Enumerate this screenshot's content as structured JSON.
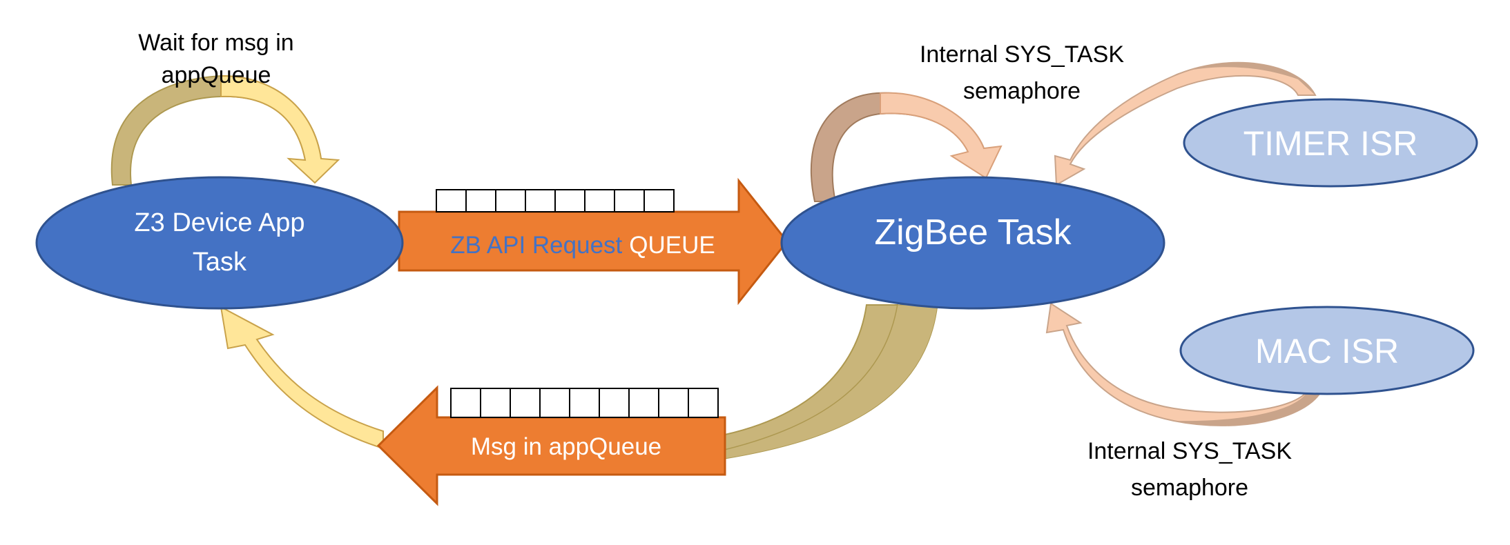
{
  "annotations": {
    "app_wait_line1": "Wait for msg in",
    "app_wait_line2": "appQueue",
    "sys_task_top_line1": "Internal SYS_TASK",
    "sys_task_top_line2": "semaphore",
    "sys_task_bottom_line1": "Internal SYS_TASK",
    "sys_task_bottom_line2": "semaphore"
  },
  "nodes": {
    "app_task_line1": "Z3 Device App",
    "app_task_line2": "Task",
    "zigbee_task": "ZigBee Task",
    "timer_isr": "TIMER ISR",
    "mac_isr": "MAC ISR"
  },
  "queues": {
    "request_part1": "ZB API Request",
    "request_part2": "QUEUE",
    "request_slots": 8,
    "app_queue": "Msg in appQueue",
    "app_queue_slots": 9
  },
  "colors": {
    "task_fill": "#4472c4",
    "task_stroke": "#2f528f",
    "isr_fill": "#b4c7e7",
    "queue_arrow": "#ed7d31",
    "queue_arrow_stroke": "#c55a11",
    "curve_light": "#ffe699",
    "curve_dark": "#c9b57a",
    "curve_peach": "#f8cbad",
    "curve_tan": "#c9a48a"
  }
}
